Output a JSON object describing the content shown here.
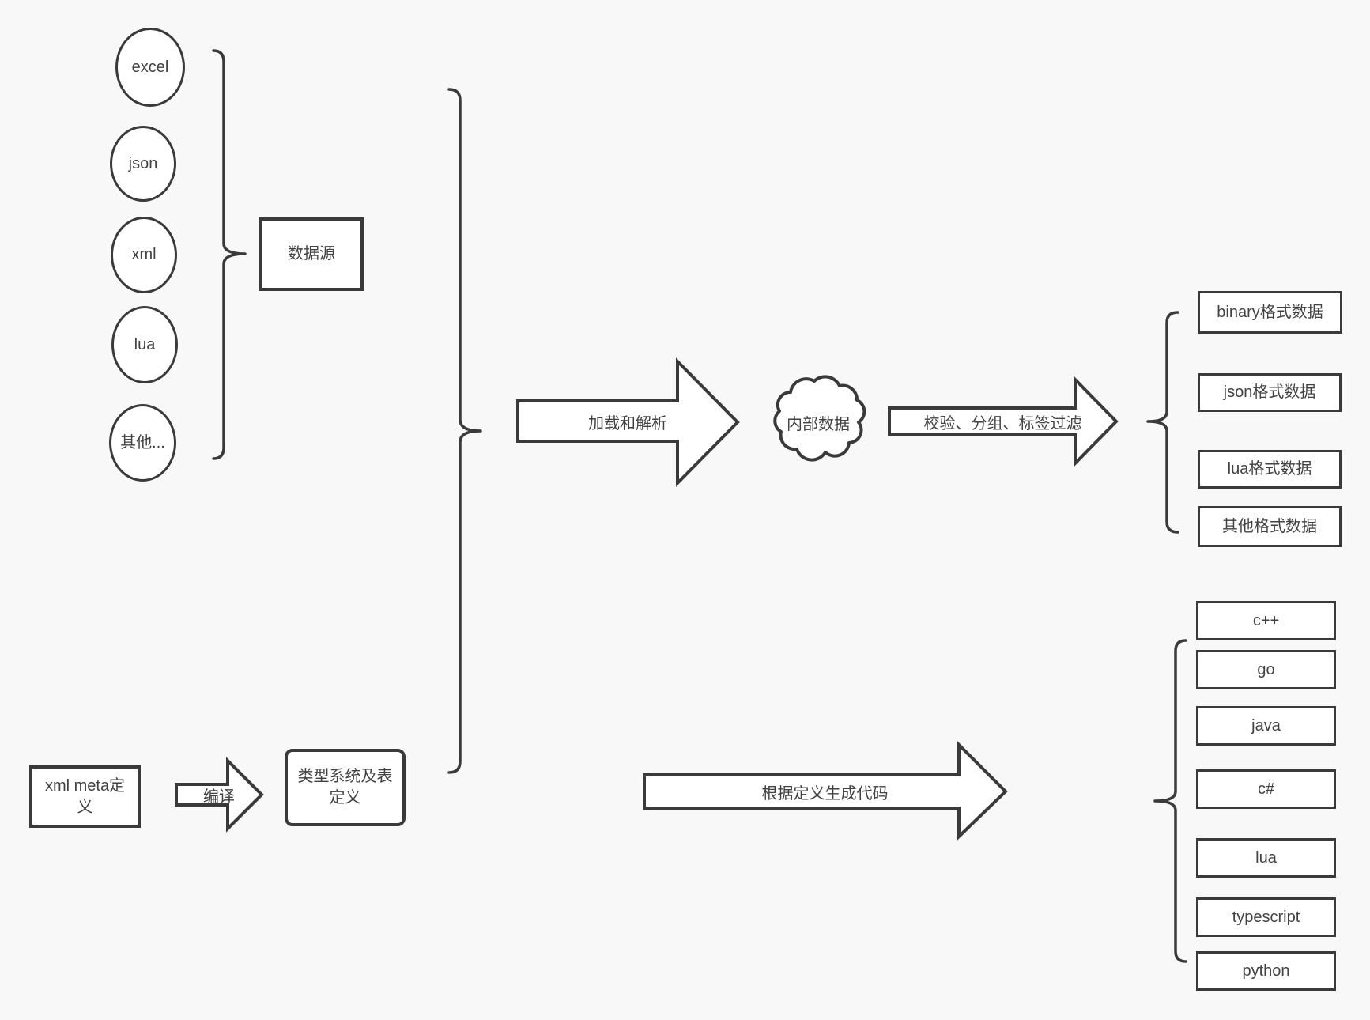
{
  "diagram": {
    "background": "#f8f8f8",
    "stroke_color": "#3a3a3a",
    "node_fill": "#ffffff"
  },
  "sources": {
    "group_label": "数据源",
    "items": [
      "excel",
      "json",
      "xml",
      "lua",
      "其他..."
    ]
  },
  "pipeline": {
    "load_arrow_label": "加载和解析",
    "internal_data_label": "内部数据",
    "filter_arrow_label": "校验、分组、标签过滤",
    "output_formats": [
      "binary格式数据",
      "json格式数据",
      "lua格式数据",
      "其他格式数据"
    ]
  },
  "codegen": {
    "xml_meta_label": "xml meta定\n义",
    "compile_arrow_label": "编译",
    "type_system_label": "类型系统及表\n定义",
    "codegen_arrow_label": "根据定义生成代码",
    "languages": [
      "c++",
      "go",
      "java",
      "c#",
      "lua",
      "typescript",
      "python"
    ]
  }
}
